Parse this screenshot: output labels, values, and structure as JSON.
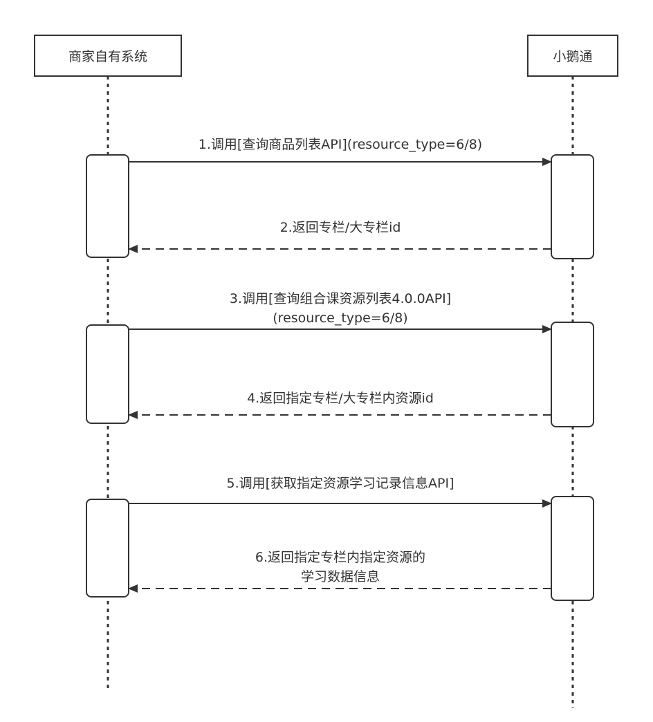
{
  "diagram": {
    "type": "sequence",
    "participants": [
      {
        "id": "merchant",
        "label": "商家自有系统"
      },
      {
        "id": "xiaoetong",
        "label": "小鹅通"
      }
    ],
    "messages": [
      {
        "step": 1,
        "from": "merchant",
        "to": "xiaoetong",
        "style": "solid",
        "lines": [
          "1.调用[查询商品列表API](resource_type=6/8)"
        ]
      },
      {
        "step": 2,
        "from": "xiaoetong",
        "to": "merchant",
        "style": "dashed",
        "lines": [
          "2.返回专栏/大专栏id"
        ]
      },
      {
        "step": 3,
        "from": "merchant",
        "to": "xiaoetong",
        "style": "solid",
        "lines": [
          "3.调用[查询组合课资源列表4.0.0API]",
          "(resource_type=6/8)"
        ]
      },
      {
        "step": 4,
        "from": "xiaoetong",
        "to": "merchant",
        "style": "dashed",
        "lines": [
          "4.返回指定专栏/大专栏内资源id"
        ]
      },
      {
        "step": 5,
        "from": "merchant",
        "to": "xiaoetong",
        "style": "solid",
        "lines": [
          "5.调用[获取指定资源学习记录信息API]"
        ]
      },
      {
        "step": 6,
        "from": "xiaoetong",
        "to": "merchant",
        "style": "dashed",
        "lines": [
          "6.返回指定专栏内指定资源的",
          "学习数据信息"
        ]
      }
    ],
    "colors": {
      "stroke": "#333333",
      "text": "#333333",
      "background": "#ffffff"
    }
  }
}
